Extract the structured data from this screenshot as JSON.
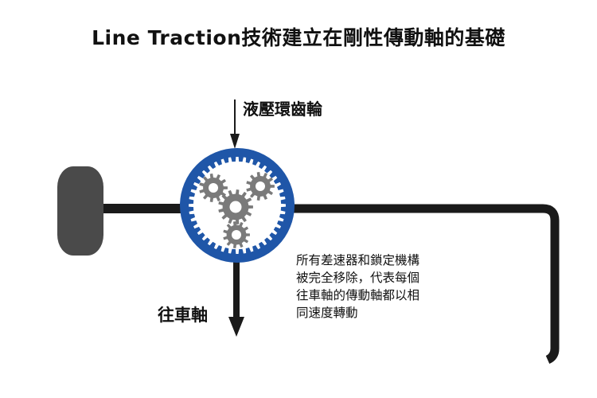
{
  "title": "Line Traction技術建立在剛性傳動軸的基礎",
  "labels": {
    "ring_gear": "液壓環齒輪",
    "output": "往車軸"
  },
  "note_lines": [
    "所有差速器和鎖定機構",
    "被完全移除，代表每個",
    "往車軸的傳動軸都以相",
    "同速度轉動"
  ],
  "colors": {
    "ring": "#1f56a8",
    "gear": "#7a7a7a",
    "shaft": "#1a1a1a",
    "wheel": "#4a4a4a"
  },
  "icons": {
    "wheel": "wheel-icon",
    "planetary_gear": "planetary-gear-icon"
  }
}
